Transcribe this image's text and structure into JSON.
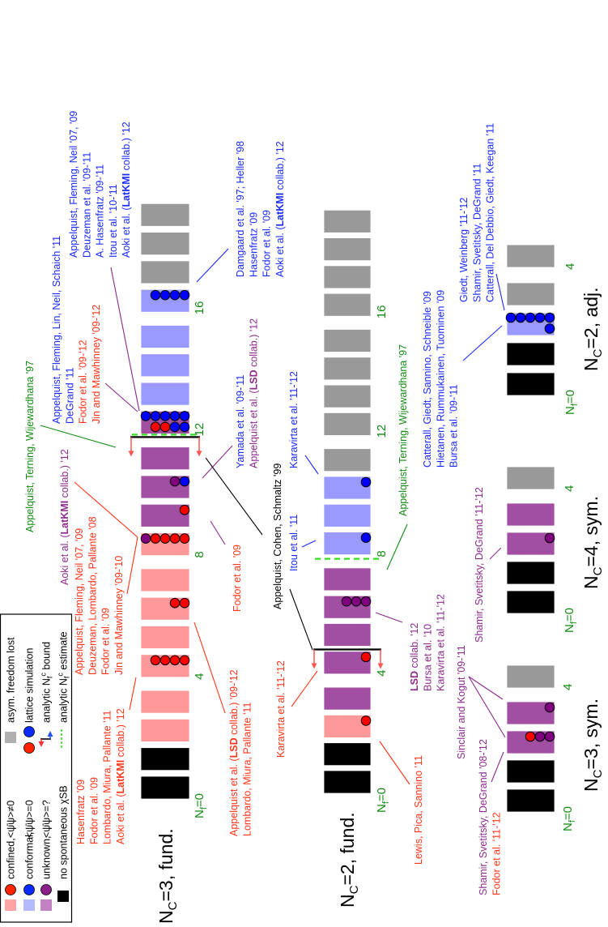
{
  "colors": {
    "confined": "#ff9999",
    "conformal": "#9999ff",
    "unknown": "#a24ea2",
    "no_sb": "#000000",
    "af_lost": "#999999",
    "red": "#ff0000",
    "blue": "#0000ff",
    "purple": "#800080",
    "text_red": "#ff3318",
    "text_blue": "#1a2aff",
    "text_purple": "#8c2a8c",
    "text_green": "#128a12",
    "text_black": "#000000",
    "estimate_dash": "#33dd22",
    "bound_arrow": "#ff5555"
  },
  "legend": {
    "col1": [
      {
        "label": "confined,",
        "formula": "<ψ̄ψ>≠0",
        "square": "#ffa4a4",
        "dot": "#ff2200"
      },
      {
        "label": "conformal,",
        "formula": "<ψ̄ψ>=0",
        "square": "#b3baff",
        "dot": "#0a2aff"
      },
      {
        "label": "unknown,",
        "formula": "<ψ̄ψ>=?",
        "square": "#c383c3",
        "dot": "#8a1f8a"
      },
      {
        "label": "no spontaneous χSB",
        "square": "#000000"
      }
    ],
    "col2": [
      {
        "label": "asym. freedom lost",
        "symbol": "gray-square"
      },
      {
        "label": "lattice simulation",
        "symbol": "red-blue-dots"
      },
      {
        "pre": "analytic N",
        "sub": "f",
        "sup": "c",
        "post": " bound",
        "symbol": "bound-arrows"
      },
      {
        "pre": "analytic N",
        "sub": "f",
        "sup": "c",
        "post": " estimate",
        "symbol": "green-dash"
      }
    ]
  },
  "panels": [
    {
      "title": {
        "n": "N",
        "sub": "C",
        "rest": "=3, fund."
      },
      "states": [
        "no_sb",
        "no_sb",
        "confined",
        "confined",
        "confined",
        "confined",
        "confined",
        "confined",
        "confined",
        "unknown",
        "unknown",
        "unknown",
        "unknown",
        "conformal",
        "conformal",
        "conformal",
        "conformal",
        "af_lost",
        "af_lost",
        "af_lost"
      ],
      "ticks": [
        {
          "nf": 0,
          "n": "N",
          "sub": "f",
          "rest": "=0"
        },
        {
          "nf": 4,
          "rest": "4"
        },
        {
          "nf": 8,
          "rest": "8"
        },
        {
          "nf": 12,
          "rest": "12"
        },
        {
          "nf": 16,
          "rest": "16"
        }
      ],
      "dots": [
        {
          "nf": 4,
          "rows": [
            [
              "red",
              "red",
              "red",
              "red"
            ]
          ]
        },
        {
          "nf": 6,
          "rows": [
            [
              "red",
              "red"
            ]
          ]
        },
        {
          "nf": 8,
          "rows": [
            [
              "red",
              "red",
              "red",
              "red",
              "purple"
            ]
          ]
        },
        {
          "nf": 9,
          "rows": [
            [
              "red"
            ]
          ]
        },
        {
          "nf": 10,
          "rows": [
            [
              "blue",
              "purple"
            ]
          ]
        },
        {
          "nf": 12,
          "rows": [
            [
              "blue",
              "blue",
              "red",
              "red"
            ],
            [
              "blue",
              "blue",
              "blue",
              "blue",
              "blue"
            ]
          ]
        },
        {
          "nf": 16,
          "rows": [
            [
              "blue",
              "blue",
              "blue",
              "blue"
            ]
          ]
        }
      ],
      "bound_between": [
        11,
        12
      ],
      "estimate_between": [
        11,
        12
      ]
    },
    {
      "title": {
        "n": "N",
        "sub": "C",
        "rest": "=2, fund."
      },
      "states": [
        "no_sb",
        "no_sb",
        "confined",
        "unknown",
        "unknown",
        "unknown",
        "unknown",
        "unknown",
        "conformal",
        "conformal",
        "conformal",
        "af_lost",
        "af_lost",
        "af_lost",
        "af_lost",
        "af_lost",
        "af_lost",
        "af_lost",
        "af_lost",
        "af_lost"
      ],
      "ticks": [
        {
          "nf": 0,
          "n": "N",
          "sub": "f",
          "rest": "=0"
        },
        {
          "nf": 4,
          "rest": "4"
        },
        {
          "nf": 8,
          "rest": "8"
        },
        {
          "nf": 12,
          "rest": "12"
        },
        {
          "nf": 16,
          "rest": "16"
        }
      ],
      "dots": [
        {
          "nf": 2,
          "rows": [
            [
              "red"
            ]
          ]
        },
        {
          "nf": 4,
          "rows": [
            [
              "red"
            ]
          ]
        },
        {
          "nf": 6,
          "rows": [
            [
              "purple",
              "purple",
              "purple"
            ]
          ]
        },
        {
          "nf": 8,
          "rows": [
            [
              "blue"
            ]
          ]
        },
        {
          "nf": 10,
          "rows": [
            [
              "blue"
            ]
          ]
        }
      ],
      "bound_between": [
        4,
        5
      ],
      "estimate_between": [
        7,
        8
      ]
    },
    {
      "title": {
        "n": "N",
        "sub": "C",
        "rest": "=3, sym."
      },
      "states": [
        "no_sb",
        "no_sb",
        "unknown",
        "unknown",
        "af_lost"
      ],
      "ticks": [
        {
          "nf": 0,
          "n": "N",
          "sub": "f",
          "rest": "=0"
        },
        {
          "nf": 4,
          "rest": "4"
        }
      ],
      "dots": [
        {
          "nf": 2,
          "rows": [
            [
              "purple",
              "purple",
              "red"
            ]
          ]
        },
        {
          "nf": 3,
          "rows": [
            [
              "purple"
            ]
          ]
        }
      ]
    },
    {
      "title": {
        "n": "N",
        "sub": "C",
        "rest": "=4, sym."
      },
      "states": [
        "no_sb",
        "no_sb",
        "unknown",
        "unknown",
        "af_lost"
      ],
      "ticks": [
        {
          "nf": 0,
          "n": "N",
          "sub": "f",
          "rest": "=0"
        },
        {
          "nf": 4,
          "rest": "4"
        }
      ],
      "dots": [
        {
          "nf": 2,
          "rows": [
            [
              "purple"
            ]
          ]
        }
      ]
    },
    {
      "title": {
        "n": "N",
        "sub": "C",
        "rest": "=2, adj."
      },
      "states": [
        "no_sb",
        "no_sb",
        "conformal",
        "af_lost",
        "af_lost"
      ],
      "ticks": [
        {
          "nf": 0,
          "n": "N",
          "sub": "f",
          "rest": "=0"
        },
        {
          "nf": 4,
          "rest": "4"
        }
      ],
      "dots": [
        {
          "nf": 2,
          "rows": [
            [
              "blue"
            ],
            [
              "blue",
              "blue",
              "blue",
              "blue",
              "blue"
            ]
          ]
        }
      ]
    }
  ],
  "refs": [
    {
      "lines": [
        {
          "color": "text_red",
          "segs": [
            {
              "t": "Hasenfratz '09"
            }
          ]
        },
        {
          "color": "text_red",
          "segs": [
            {
              "t": "Fodor et al. '09"
            }
          ]
        },
        {
          "color": "text_red",
          "segs": [
            {
              "t": "Lombardo, Miura, Pallante '11"
            }
          ]
        },
        {
          "color": "text_red",
          "segs": [
            {
              "t": "Aoki et al. ("
            },
            {
              "t": "LatKMI",
              "b": true
            },
            {
              "t": " collab.) '12"
            }
          ]
        }
      ]
    },
    {
      "lines": [
        {
          "color": "text_red",
          "segs": [
            {
              "t": "Appelquist, Fleming, Neil '07, '09"
            }
          ]
        },
        {
          "color": "text_red",
          "segs": [
            {
              "t": "Deuzeman, Lombardo, Pallante '08"
            }
          ]
        },
        {
          "color": "text_red",
          "segs": [
            {
              "t": "Fodor et al. '09"
            }
          ]
        },
        {
          "color": "text_red",
          "segs": [
            {
              "t": "Jin and Mawhinney '09-'10"
            }
          ]
        }
      ]
    },
    {
      "lines": [
        {
          "color": "text_purple",
          "segs": [
            {
              "t": "Aoki et al. ("
            },
            {
              "t": "LatKMI",
              "b": true
            },
            {
              "t": " collab.) '12"
            }
          ]
        }
      ]
    },
    {
      "lines": [
        {
          "color": "text_green",
          "segs": [
            {
              "t": "Appelquist, Terning, Wijewardhana '97"
            }
          ]
        }
      ]
    },
    {
      "lines": [
        {
          "color": "text_blue",
          "segs": [
            {
              "t": "Appelquist, Fleming, Lin, Neil, Schaich '11"
            }
          ]
        },
        {
          "color": "text_blue",
          "segs": [
            {
              "t": "DeGrand '11"
            }
          ]
        },
        {
          "color": "text_red",
          "segs": [
            {
              "t": "Fodor et al. '09-'12"
            }
          ]
        },
        {
          "color": "text_red",
          "segs": [
            {
              "t": "Jin and Mawhinney '09-'12"
            }
          ]
        }
      ]
    },
    {
      "lines": [
        {
          "color": "text_blue",
          "segs": [
            {
              "t": "Appelquist, Fleming, Neil '07, '09"
            }
          ]
        },
        {
          "color": "text_blue",
          "segs": [
            {
              "t": "Deuzeman et al. '09-'11"
            }
          ]
        },
        {
          "color": "text_blue",
          "segs": [
            {
              "t": "A. Hasenfratz '09-'11"
            }
          ]
        },
        {
          "color": "text_blue",
          "segs": [
            {
              "t": "Itou et al. '10-'11"
            }
          ]
        },
        {
          "color": "text_blue",
          "segs": [
            {
              "t": "Aoki et al. ("
            },
            {
              "t": "LatKMI",
              "b": true
            },
            {
              "t": " collab.) '12"
            }
          ]
        }
      ]
    },
    {
      "lines": [
        {
          "color": "text_blue",
          "segs": [
            {
              "t": "Damgaard et al. '97; Heller '98"
            }
          ]
        },
        {
          "color": "text_blue",
          "segs": [
            {
              "t": "Hasenfratz '09"
            }
          ]
        },
        {
          "color": "text_blue",
          "segs": [
            {
              "t": "Fodor et al. '09"
            }
          ]
        },
        {
          "color": "text_blue",
          "segs": [
            {
              "t": "Aoki et al. ("
            },
            {
              "t": "LatKMI",
              "b": true
            },
            {
              "t": " collab.) '12"
            }
          ]
        }
      ]
    },
    {
      "lines": [
        {
          "color": "text_blue",
          "segs": [
            {
              "t": "Yamada et al. '09-'11"
            }
          ]
        },
        {
          "color": "text_purple",
          "segs": [
            {
              "t": "Appelquist et al. ("
            },
            {
              "t": "LSD",
              "b": true
            },
            {
              "t": " collab.) '12"
            }
          ]
        }
      ]
    },
    {
      "lines": [
        {
          "color": "text_black",
          "segs": [
            {
              "t": "Appelquist, Cohen, Schmaltz '99"
            }
          ]
        }
      ]
    },
    {
      "lines": [
        {
          "color": "text_red",
          "segs": [
            {
              "t": "Fodor et al. '09"
            }
          ]
        }
      ]
    },
    {
      "lines": [
        {
          "color": "text_red",
          "segs": [
            {
              "t": "Appelquist et al. ("
            },
            {
              "t": "LSD",
              "b": true
            },
            {
              "t": " collab.) '09-'12"
            }
          ]
        },
        {
          "color": "text_red",
          "segs": [
            {
              "t": "Lombardo, Miura, Pallante '11"
            }
          ]
        }
      ]
    },
    {
      "lines": [
        {
          "color": "text_blue",
          "segs": [
            {
              "t": "Itou et al. '11"
            }
          ]
        }
      ]
    },
    {
      "lines": [
        {
          "color": "text_blue",
          "segs": [
            {
              "t": "Karavirta et al. '11-'12"
            }
          ]
        }
      ]
    },
    {
      "lines": [
        {
          "color": "text_red",
          "segs": [
            {
              "t": "Karavirta et al. '11-'12"
            }
          ]
        }
      ]
    },
    {
      "lines": [
        {
          "color": "text_green",
          "segs": [
            {
              "t": "Appelquist, Terning, Wijewardhana '97"
            }
          ]
        }
      ]
    },
    {
      "lines": [
        {
          "color": "text_blue",
          "segs": [
            {
              "t": "Catterall, Giedt, Sannino, Schneible '09"
            }
          ]
        },
        {
          "color": "text_blue",
          "segs": [
            {
              "t": "Hietanen, Rummukainen, Tuominen '09"
            }
          ]
        },
        {
          "color": "text_blue",
          "segs": [
            {
              "t": "Bursa et al. '09-'11"
            }
          ]
        }
      ]
    },
    {
      "lines": [
        {
          "color": "text_purple",
          "segs": [
            {
              "t": "LSD",
              "b": true
            },
            {
              "t": " collab. '12"
            }
          ]
        },
        {
          "color": "text_purple",
          "segs": [
            {
              "t": "Bursa et al. '10"
            }
          ]
        },
        {
          "color": "text_purple",
          "segs": [
            {
              "t": "Karavirta et al. '11-'12"
            }
          ]
        }
      ]
    },
    {
      "lines": [
        {
          "color": "text_red",
          "segs": [
            {
              "t": "Lewis, Pica, Sannino '11"
            }
          ]
        }
      ]
    },
    {
      "lines": [
        {
          "color": "text_purple",
          "segs": [
            {
              "t": "Sinclair and Kogut '09-'11"
            }
          ]
        }
      ]
    },
    {
      "lines": [
        {
          "color": "text_purple",
          "segs": [
            {
              "t": "Shamir, Svetitsky, DeGrand '08-'12"
            }
          ]
        },
        {
          "color": "text_red",
          "segs": [
            {
              "t": "Fodor et al. '11-'12"
            }
          ]
        }
      ]
    },
    {
      "lines": [
        {
          "color": "text_purple",
          "segs": [
            {
              "t": "Shamir, Svetitsky, DeGrand '11-'12"
            }
          ]
        }
      ]
    },
    {
      "lines": [
        {
          "color": "text_blue",
          "segs": [
            {
              "t": "Giedt, Weinberg '11-'12"
            }
          ]
        },
        {
          "color": "text_blue",
          "segs": [
            {
              "t": "Shamir, Svetitsky, DeGrand '11"
            }
          ]
        },
        {
          "color": "text_blue",
          "segs": [
            {
              "t": "Catterall, Del Debbio, Giedt, Keegan '11"
            }
          ]
        }
      ]
    }
  ]
}
